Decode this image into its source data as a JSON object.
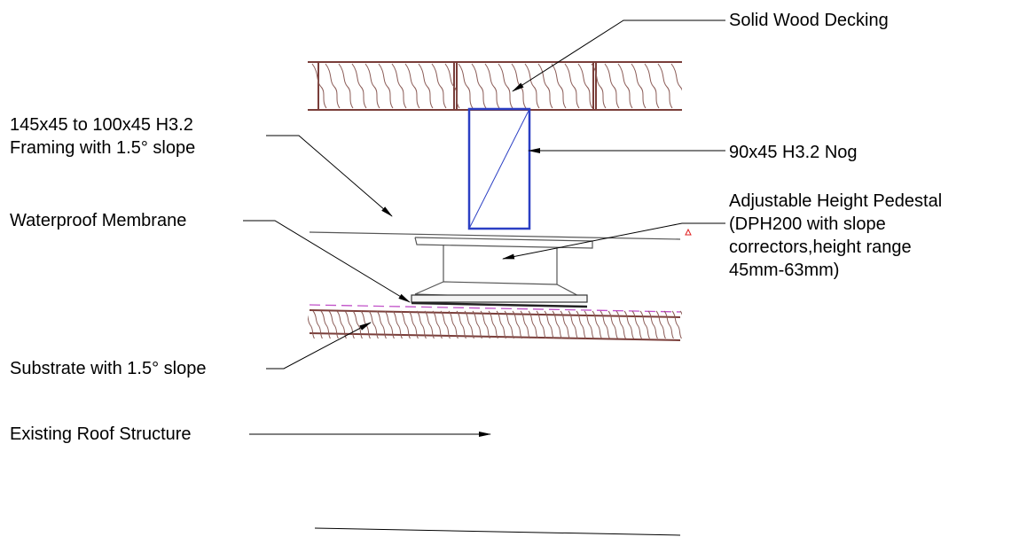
{
  "labels": {
    "decking": "Solid Wood Decking",
    "framing_1": "145x45 to 100x45 H3.2",
    "framing_2": "Framing with 1.5° slope",
    "nog": "90x45 H3.2 Nog",
    "pedestal_1": "Adjustable Height Pedestal",
    "pedestal_2": "(DPH200 with slope",
    "pedestal_3": "correctors,height range",
    "pedestal_4": "45mm-63mm)",
    "membrane": "Waterproof Membrane",
    "substrate": "Substrate with 1.5° slope",
    "roof": "Existing Roof Structure"
  },
  "colors": {
    "text": "#000000",
    "wood": "#7a3e3a",
    "nog": "#2b3fc4",
    "membrane_dash": "#c050c8",
    "marker": "#e02020"
  }
}
